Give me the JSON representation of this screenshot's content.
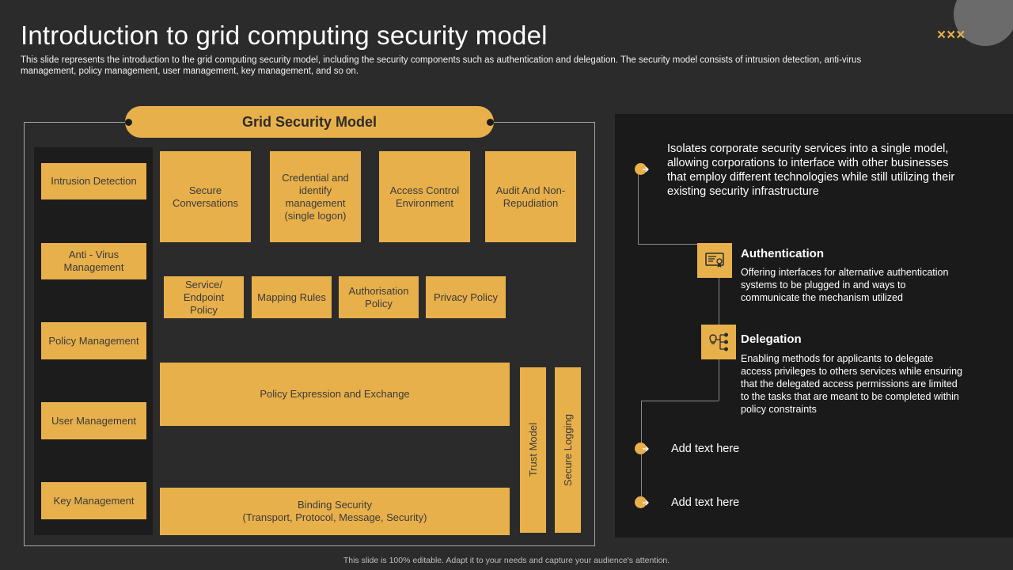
{
  "slide": {
    "title": "Introduction to grid computing security model",
    "subtitle": "This slide represents the introduction to the grid computing security model, including the security components such as authentication and delegation. The security model consists of intrusion detection, anti-virus management, policy management, user management, key management, and so on.",
    "decoration": "×××",
    "footer": "This slide is 100% editable. Adapt it to your needs and capture your audience's attention."
  },
  "colors": {
    "accent": "#e8b04b",
    "background": "#2b2b2b",
    "panel": "#1a1a1a"
  },
  "model": {
    "header": "Grid Security Model",
    "left_boxes": [
      "Intrusion Detection",
      "Anti - Virus Management",
      "Policy Management",
      "User Management",
      "Key Management"
    ],
    "top_boxes": [
      "Secure Conversations",
      "Credential and identify management (single logon)",
      "Access Control Environment",
      "Audit And Non-Repudiation"
    ],
    "policy_boxes": [
      "Service/ Endpoint Policy",
      "Mapping Rules",
      "Authorisation Policy",
      "Privacy Policy"
    ],
    "policy_expression": "Policy Expression and Exchange",
    "binding_security": "Binding Security\n(Transport,  Protocol, Message, Security)",
    "vertical_boxes": [
      "Trust Model",
      "Secure Logging"
    ]
  },
  "right_panel": {
    "intro": "Isolates corporate security services into a single model, allowing corporations to interface with other businesses that employ different technologies while still utilizing their existing security infrastructure",
    "items": [
      {
        "heading": "Authentication",
        "icon": "certificate-icon",
        "text": "Offering interfaces for alternative authentication systems to be plugged in and ways to communicate the mechanism utilized"
      },
      {
        "heading": "Delegation",
        "icon": "network-delegation-icon",
        "text": "Enabling methods for applicants to delegate access privileges to others services while ensuring that the delegated access permissions are limited to the tasks that are meant to be completed within policy constraints"
      }
    ],
    "placeholders": [
      "Add text here",
      "Add text here"
    ]
  }
}
